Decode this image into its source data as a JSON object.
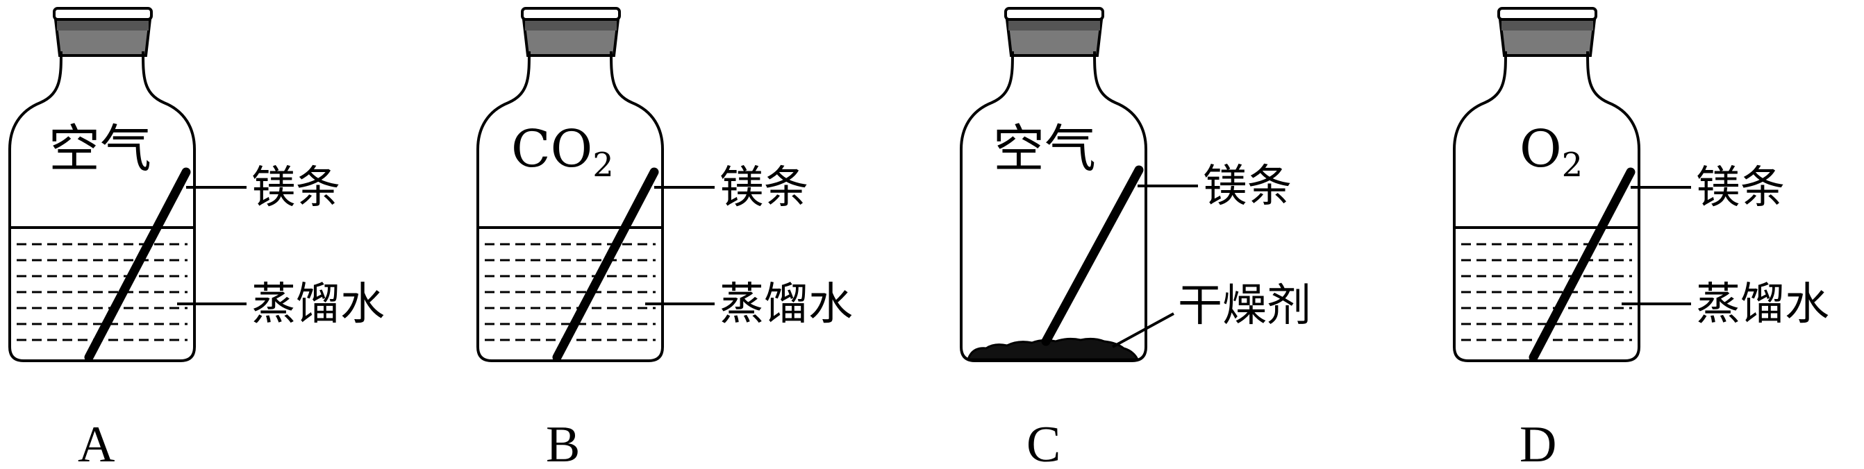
{
  "setups": [
    {
      "label": "A",
      "gas": {
        "main": "空气",
        "sub": ""
      },
      "callouts": {
        "strip": "镁条",
        "bottom": "蒸馏水"
      },
      "contents": "water"
    },
    {
      "label": "B",
      "gas": {
        "main": "CO",
        "sub": "2"
      },
      "callouts": {
        "strip": "镁条",
        "bottom": "蒸馏水"
      },
      "contents": "water"
    },
    {
      "label": "C",
      "gas": {
        "main": "空气",
        "sub": ""
      },
      "callouts": {
        "strip": "镁条",
        "bottom": "干燥剂"
      },
      "contents": "desiccant"
    },
    {
      "label": "D",
      "gas": {
        "main": "O",
        "sub": "2"
      },
      "callouts": {
        "strip": "镁条",
        "bottom": "蒸馏水"
      },
      "contents": "water"
    }
  ]
}
